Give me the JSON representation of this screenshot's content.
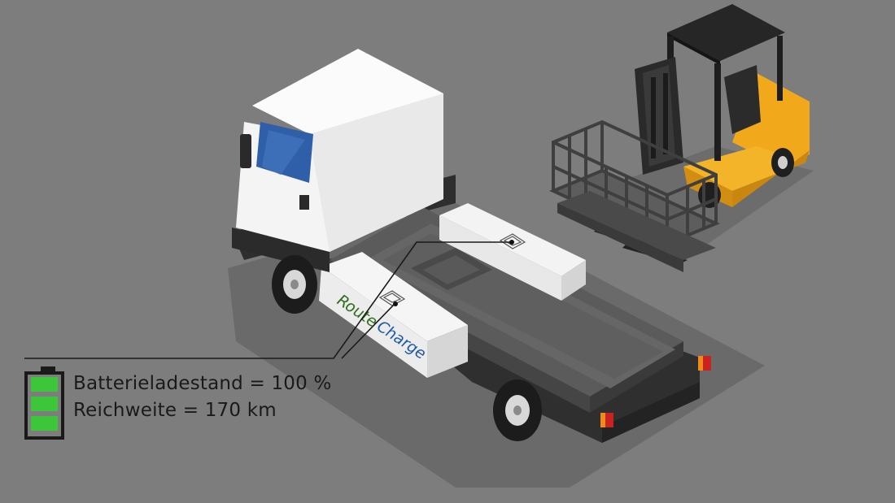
{
  "overlay": {
    "battery_line": "Batterieladestand = 100 %",
    "range_line": "Reichweite = 170 km",
    "battery_level_fraction": 1.0
  },
  "truck": {
    "brand_part1": "Route",
    "brand_part2": "Charge"
  },
  "colors": {
    "background": "#7d7d7d",
    "battery_green": "#3ec63a",
    "brand_green": "#2f6f1f",
    "brand_blue": "#1f5aa8",
    "forklift_yellow": "#f1a81b"
  }
}
